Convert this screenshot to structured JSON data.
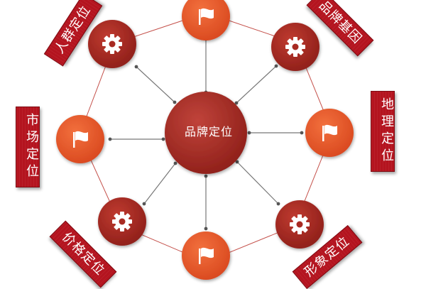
{
  "diagram": {
    "center": {
      "label": "品牌定位"
    },
    "labels": {
      "top_left": "人群定位",
      "top_right": "品牌基因",
      "left": "市场定位",
      "right": "地理定位",
      "bottom_left": "价格定位",
      "bottom_right": "形象定位"
    },
    "colors": {
      "flag_node": "#e5552b",
      "gear_node": "#a82a22",
      "center_node": "#a82a22",
      "label_bg": "#b4141f",
      "connector": "#777777",
      "ring": "#c4504a"
    },
    "icons": {
      "flag_nodes": "flag-icon",
      "gear_nodes": "gear-icon"
    }
  }
}
